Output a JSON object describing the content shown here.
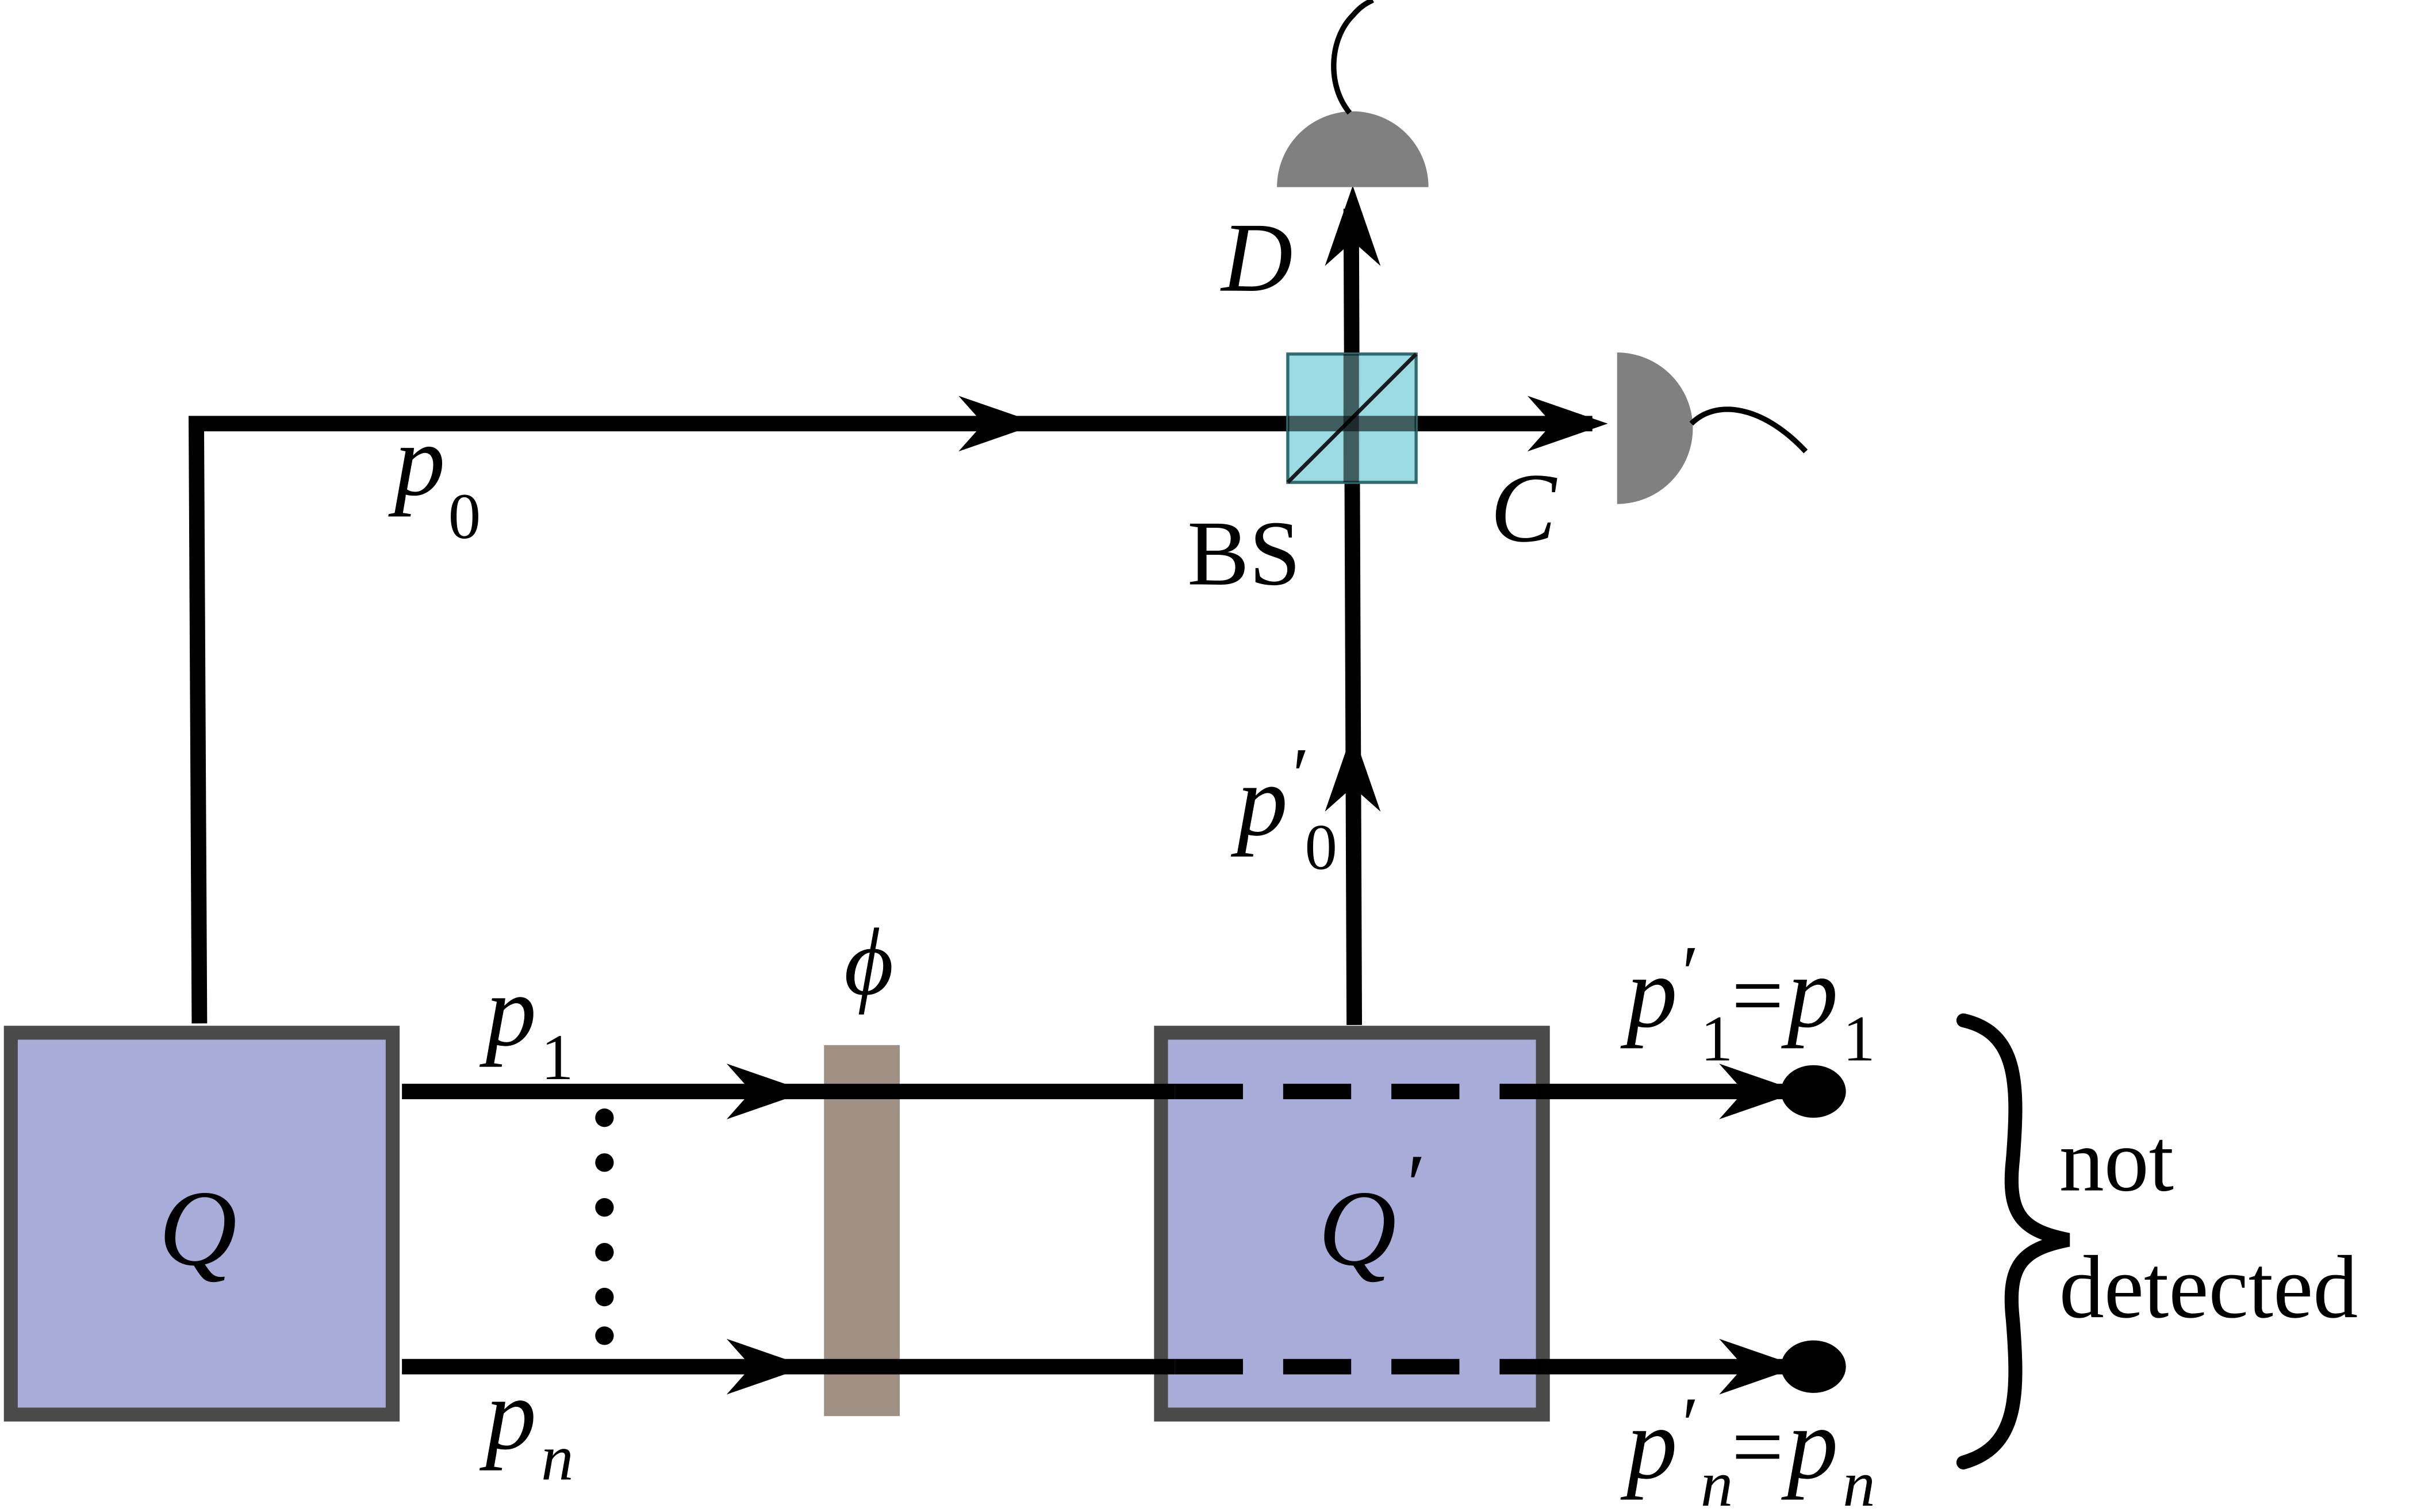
{
  "diagram": {
    "source_box_label": "Q",
    "second_box_label": "Q",
    "prime_mark": "′",
    "beam_splitter_label": "BS",
    "detector_c_label": "C",
    "detector_d_label": "D",
    "phase_label": "ϕ",
    "path_p0": {
      "main": "p",
      "sub": "0"
    },
    "path_p0_prime": {
      "main": "p",
      "sub": "0"
    },
    "path_p1": {
      "main": "p",
      "sub": "1"
    },
    "path_pn": {
      "main": "p",
      "sub": "n"
    },
    "out_p1": {
      "main": "p",
      "sub": "1",
      "equals": "=",
      "rhs": "p",
      "rhs_sub": "1"
    },
    "out_pn": {
      "main": "p",
      "sub": "n",
      "equals": "=",
      "rhs": "p",
      "rhs_sub": "n"
    },
    "not_detected": [
      "not",
      "detected"
    ],
    "colors": {
      "box_fill": "#a8acd8",
      "box_stroke": "#4a4a4a",
      "beam_splitter": "#93d9de",
      "phase_plate": "#a09084",
      "detector": "#808080",
      "beam": "#000000"
    }
  }
}
